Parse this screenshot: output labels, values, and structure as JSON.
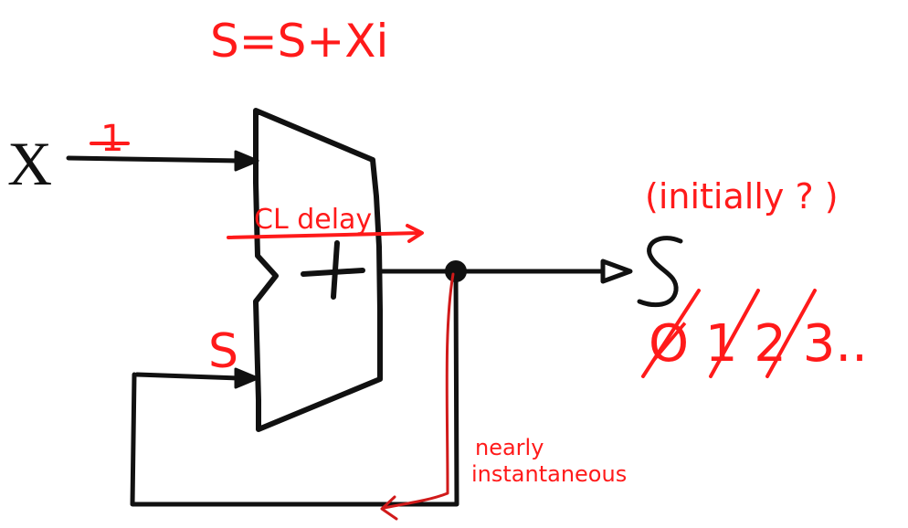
{
  "title_equation": "S=S+Xi",
  "labels": {
    "input_x": "X",
    "input_x_value": "1",
    "feedback_s": "S",
    "output_s": "S",
    "adder_symbol": "+",
    "cl_delay": "CL delay",
    "initially": "(initially ? )",
    "output_sequence": "Ø 1 2 3..",
    "nearly": "nearly",
    "instantaneous": "instantaneous"
  },
  "colors": {
    "ink": "#111111",
    "annotation": "#ff1a1a",
    "feedback_wire": "#d11a1a",
    "background": "#ffffff"
  }
}
